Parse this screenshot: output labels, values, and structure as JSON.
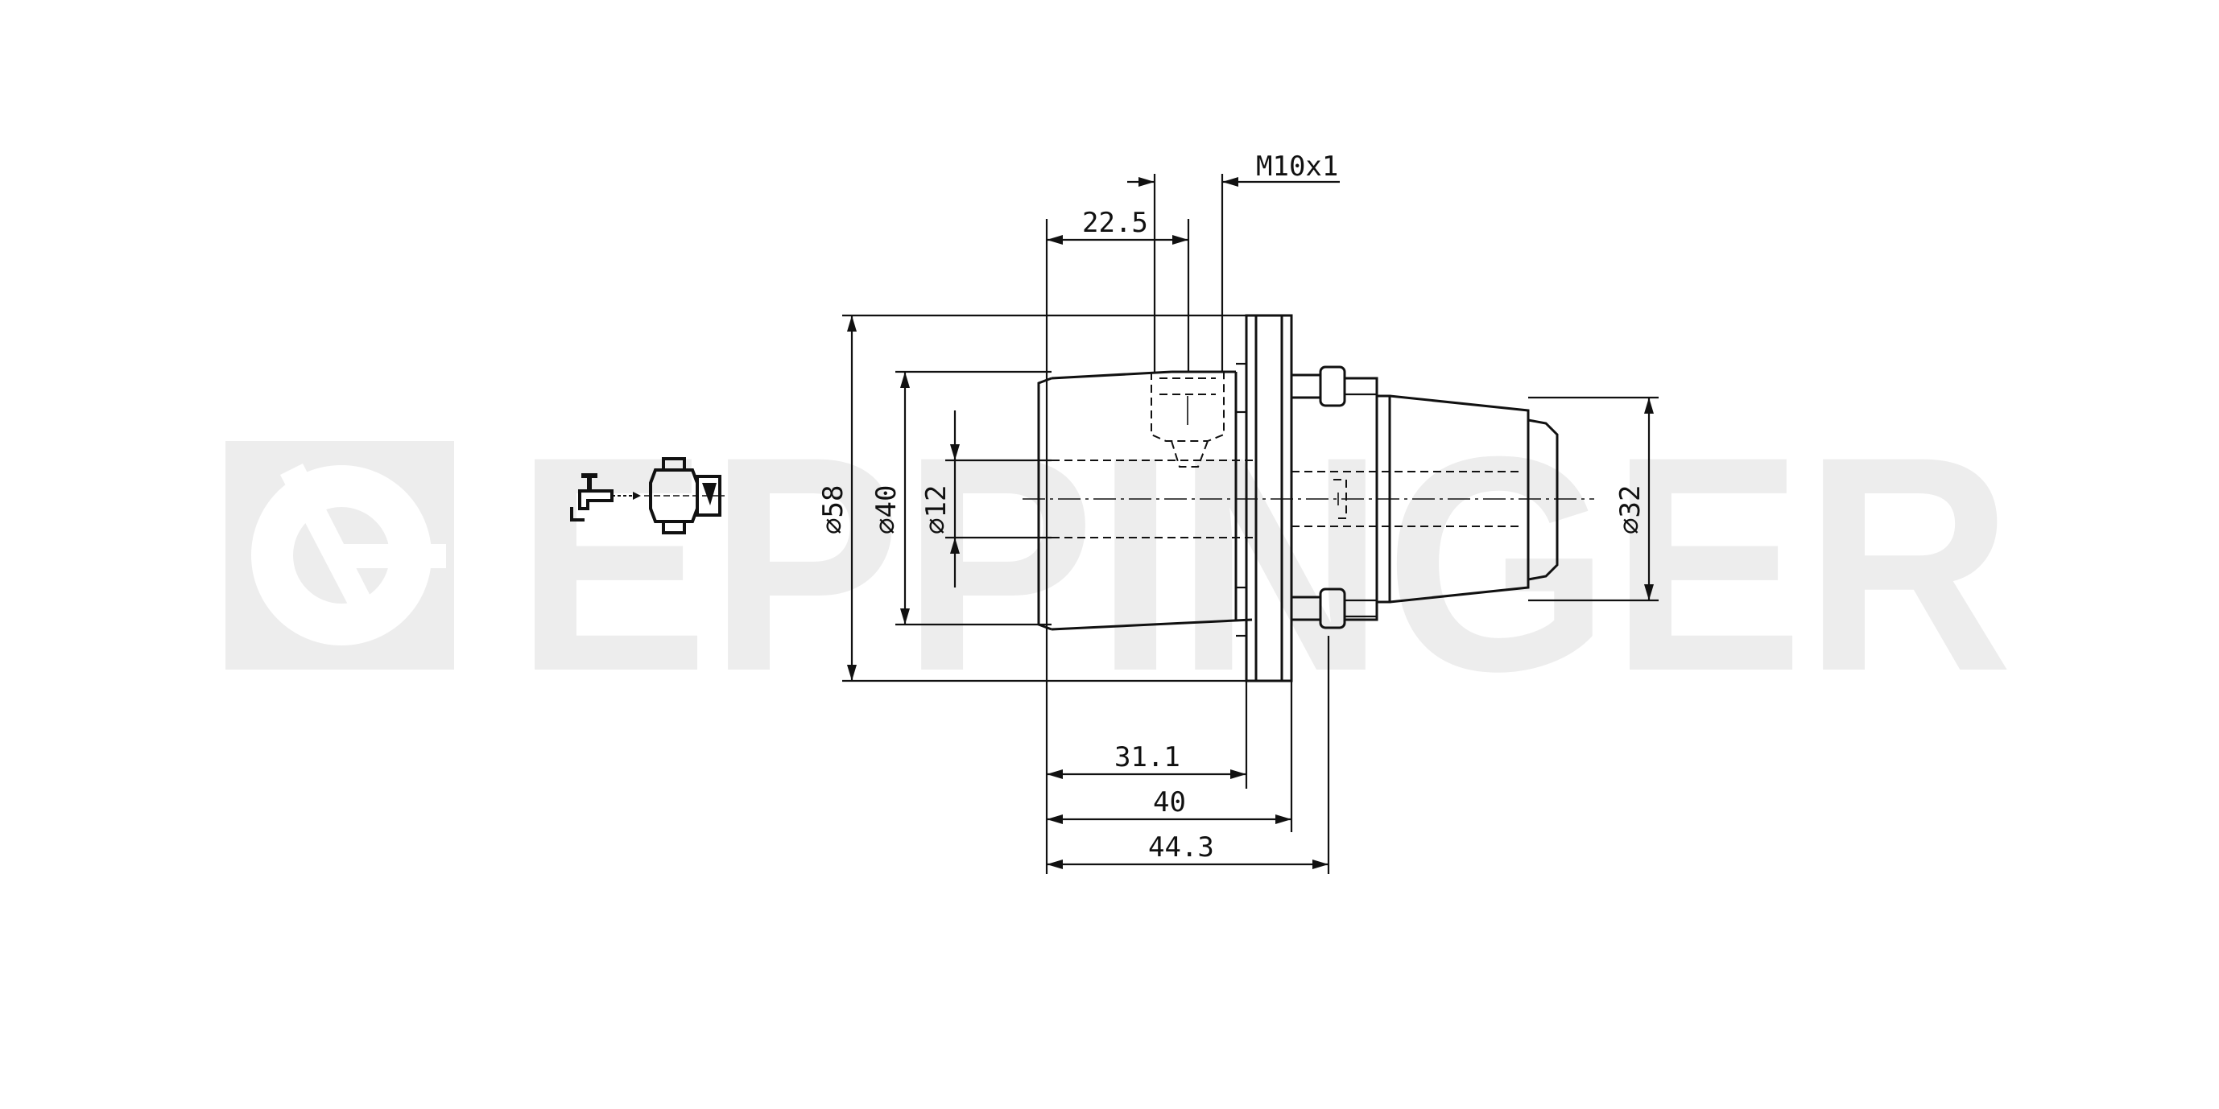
{
  "watermark": {
    "text": "EPPINGER",
    "color": "#ededed"
  },
  "dimensions": {
    "m10x1": "M10x1",
    "d22_5": "22.5",
    "d58": "⌀58",
    "d40": "⌀40",
    "d12": "⌀12",
    "d32": "⌀32",
    "d31_1": "31.1",
    "d40_len": "40",
    "d44_3": "44.3"
  },
  "icons": {
    "coolant": "coolant-tap-icon",
    "holder": "tool-holder-icon"
  },
  "colors": {
    "line": "#111111",
    "background": "#ffffff"
  }
}
